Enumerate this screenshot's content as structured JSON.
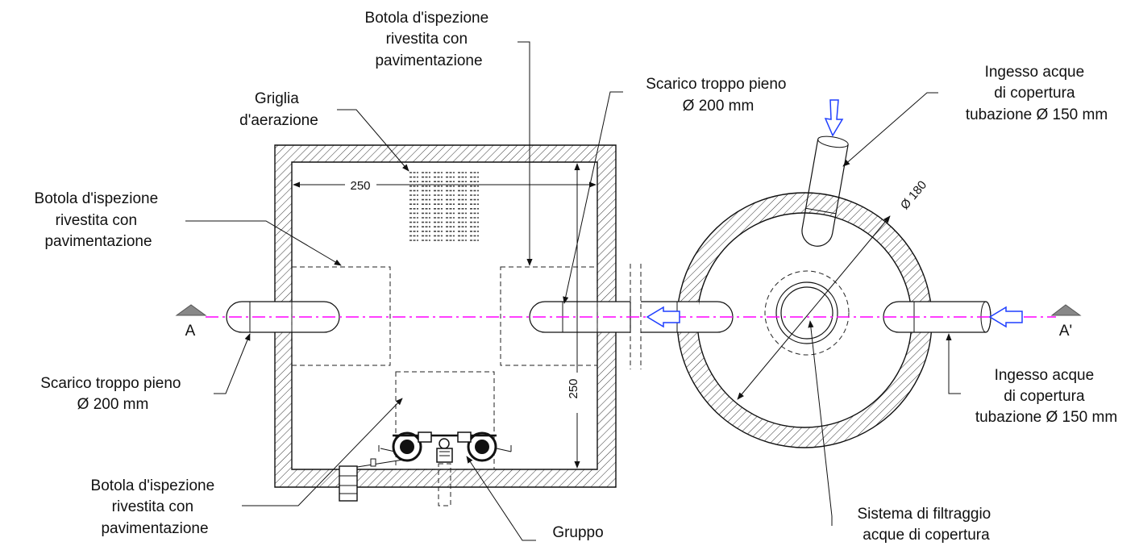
{
  "labels": {
    "botola_top": [
      "Botola d'ispezione",
      "rivestita con",
      "pavimentazione"
    ],
    "griglia": [
      "Griglia",
      "d'aerazione"
    ],
    "scarico_top": [
      "Scarico troppo pieno",
      "Ø 200 mm"
    ],
    "ingesso_top": [
      "Ingesso acque",
      "di copertura",
      "tubazione Ø 150 mm"
    ],
    "botola_left": [
      "Botola d'ispezione",
      "rivestita con",
      "pavimentazione"
    ],
    "scarico_left": [
      "Scarico troppo pieno",
      "Ø 200 mm"
    ],
    "botola_bottom": [
      "Botola d'ispezione",
      "rivestita con",
      "pavimentazione"
    ],
    "gruppo": [
      "Gruppo"
    ],
    "sistema": [
      "Sistema di filtraggio",
      "acque di copertura"
    ],
    "ingesso_right": [
      "Ingesso acque",
      "di copertura",
      "tubazione Ø 150 mm"
    ]
  },
  "dimensions": {
    "width": "250",
    "height": "250",
    "diameter": "Ø 180"
  },
  "section_marks": {
    "left": "A",
    "right": "A'"
  },
  "colors": {
    "axis": "#ff00ff",
    "flow_arrow": "#1f3fff"
  }
}
